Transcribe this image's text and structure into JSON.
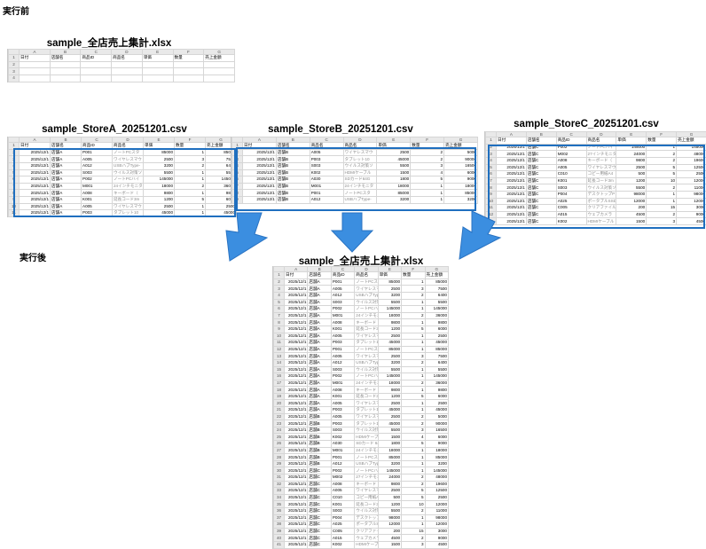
{
  "labels": {
    "before": "実行前",
    "after": "実行後"
  },
  "colors": {
    "highlight": "#1f6fbf",
    "arrow": "#3b8ee0"
  },
  "col_letters": [
    "A",
    "B",
    "C",
    "D",
    "E",
    "F",
    "G"
  ],
  "master_before": {
    "title": "sample_全店売上集計.xlsx",
    "header": [
      "日付",
      "店舗名",
      "商品ID",
      "商品名",
      "単価",
      "数量",
      "売上金額"
    ]
  },
  "store_a": {
    "title": "sample_StoreA_20251201.csv",
    "header": [
      "日付",
      "店舗名",
      "商品ID",
      "商品名",
      "単価",
      "数量",
      "売上金額"
    ],
    "rows": [
      [
        "2025/12/1",
        "店舗A",
        "P001",
        "ノートPCスタ",
        "85000",
        "1",
        "85000"
      ],
      [
        "2025/12/1",
        "店舗A",
        "A005",
        "ワイヤレスマウ",
        "2500",
        "3",
        "7500"
      ],
      [
        "2025/12/1",
        "店舗A",
        "A012",
        "USBハブType-",
        "3200",
        "2",
        "6400"
      ],
      [
        "2025/12/1",
        "店舗A",
        "S003",
        "ウイルス対策ソ",
        "5500",
        "1",
        "5500"
      ],
      [
        "2025/12/1",
        "店舗A",
        "P002",
        "ノートPCハイ",
        "145000",
        "1",
        "145000"
      ],
      [
        "2025/12/1",
        "店舗A",
        "M001",
        "24インチモニタ",
        "18000",
        "2",
        "36000"
      ],
      [
        "2025/12/1",
        "店舗A",
        "A008",
        "キーボード（",
        "9800",
        "1",
        "9800"
      ],
      [
        "2025/12/1",
        "店舗A",
        "K001",
        "延長コード3m",
        "1200",
        "5",
        "6000"
      ],
      [
        "2025/12/1",
        "店舗A",
        "A005",
        "ワイヤレスマウ",
        "2500",
        "1",
        "2500"
      ],
      [
        "2025/12/1",
        "店舗A",
        "P003",
        "タブレット10",
        "45000",
        "1",
        "45000"
      ]
    ]
  },
  "store_b": {
    "title": "sample_StoreB_20251201.csv",
    "header": [
      "日付",
      "店舗名",
      "商品名",
      "商品名",
      "単価",
      "数量",
      "売上金額"
    ],
    "rows": [
      [
        "2025/12/1",
        "店舗B",
        "A005",
        "ワイヤレスマウ",
        "2500",
        "2",
        "5000"
      ],
      [
        "2025/12/1",
        "店舗B",
        "P003",
        "タブレット10",
        "45000",
        "2",
        "90000"
      ],
      [
        "2025/12/1",
        "店舗B",
        "S003",
        "ウイルス対策ソ",
        "5500",
        "3",
        "16500"
      ],
      [
        "2025/12/1",
        "店舗B",
        "K002",
        "HDMIケーブル",
        "1500",
        "4",
        "6000"
      ],
      [
        "2025/12/1",
        "店舗B",
        "A030",
        "SDカード64G",
        "1800",
        "5",
        "9000"
      ],
      [
        "2025/12/1",
        "店舗B",
        "M001",
        "24インチモニタ",
        "18000",
        "1",
        "18000"
      ],
      [
        "2025/12/1",
        "店舗B",
        "P001",
        "ノートPCスタ",
        "85000",
        "1",
        "85000"
      ],
      [
        "2025/12/1",
        "店舗B",
        "A012",
        "USBハブType-",
        "3200",
        "1",
        "3200"
      ]
    ]
  },
  "store_c": {
    "title": "sample_StoreC_20251201.csv",
    "header": [
      "日付",
      "店舗名",
      "商品ID",
      "商品名",
      "単価",
      "数量",
      "売上金額"
    ],
    "rows": [
      [
        "2025/12/1",
        "店舗C",
        "P002",
        "ノートPCハイ",
        "145000",
        "1",
        "145000"
      ],
      [
        "2025/12/1",
        "店舗C",
        "M002",
        "27インチモニタ",
        "24000",
        "2",
        "48000"
      ],
      [
        "2025/12/1",
        "店舗C",
        "A008",
        "キーボード（",
        "9800",
        "2",
        "19600"
      ],
      [
        "2025/12/1",
        "店舗C",
        "A005",
        "ワイヤレスマウ",
        "2500",
        "5",
        "12500"
      ],
      [
        "2025/12/1",
        "店舗C",
        "C010",
        "コピー用紙A4",
        "500",
        "5",
        "2500"
      ],
      [
        "2025/12/1",
        "店舗C",
        "K001",
        "延長コード3m",
        "1200",
        "10",
        "12000"
      ],
      [
        "2025/12/1",
        "店舗C",
        "S003",
        "ウイルス対策ソ",
        "5500",
        "2",
        "11000"
      ],
      [
        "2025/12/1",
        "店舗C",
        "P004",
        "デスクトップP",
        "98000",
        "1",
        "98000"
      ],
      [
        "2025/12/1",
        "店舗C",
        "A025",
        "ポータブルSSD",
        "12000",
        "1",
        "12000"
      ],
      [
        "2025/12/1",
        "店舗C",
        "C005",
        "クリアファイル",
        "200",
        "15",
        "3000"
      ],
      [
        "2025/12/1",
        "店舗C",
        "A015",
        "ウェブカメラ",
        "4500",
        "2",
        "9000"
      ],
      [
        "2025/12/1",
        "店舗C",
        "K002",
        "HDMIケーブル",
        "1500",
        "3",
        "4500"
      ]
    ]
  },
  "master_after": {
    "title": "sample_全店売上集計.xlsx",
    "header": [
      "日付",
      "店舗名",
      "商品ID",
      "商品名",
      "単価",
      "数量",
      "売上金額"
    ],
    "rows": [
      [
        "2025/12/1",
        "店舗A",
        "P001",
        "ノートPCスタ",
        "85000",
        "1",
        "85000"
      ],
      [
        "2025/12/1",
        "店舗A",
        "A005",
        "ワイヤレスマウ",
        "2500",
        "3",
        "7500"
      ],
      [
        "2025/12/1",
        "店舗A",
        "A012",
        "USBハブType",
        "3200",
        "2",
        "6400"
      ],
      [
        "2025/12/1",
        "店舗A",
        "S003",
        "ウイルス対策",
        "5500",
        "1",
        "5500"
      ],
      [
        "2025/12/1",
        "店舗A",
        "P002",
        "ノートPCハイ",
        "145000",
        "1",
        "145000"
      ],
      [
        "2025/12/1",
        "店舗A",
        "M001",
        "24インチモニ",
        "18000",
        "2",
        "36000"
      ],
      [
        "2025/12/1",
        "店舗A",
        "A008",
        "キーボード（",
        "9800",
        "1",
        "9800"
      ],
      [
        "2025/12/1",
        "店舗A",
        "K001",
        "延長コード3m",
        "1200",
        "5",
        "6000"
      ],
      [
        "2025/12/1",
        "店舗A",
        "A005",
        "ワイヤレスマ",
        "2500",
        "1",
        "2500"
      ],
      [
        "2025/12/1",
        "店舗A",
        "P003",
        "タブレット10",
        "45000",
        "1",
        "45000"
      ],
      [
        "2025/12/1",
        "店舗A",
        "P001",
        "ノートPCスタ",
        "85000",
        "1",
        "85000"
      ],
      [
        "2025/12/1",
        "店舗A",
        "A005",
        "ワイヤレスマ",
        "2500",
        "3",
        "7500"
      ],
      [
        "2025/12/1",
        "店舗A",
        "A012",
        "USBハブType",
        "3200",
        "2",
        "6400"
      ],
      [
        "2025/12/1",
        "店舗A",
        "S003",
        "ウイルス対策",
        "5500",
        "1",
        "5500"
      ],
      [
        "2025/12/1",
        "店舗A",
        "P002",
        "ノートPCハイ",
        "145000",
        "1",
        "145000"
      ],
      [
        "2025/12/1",
        "店舗A",
        "M001",
        "24インチモニ",
        "18000",
        "2",
        "36000"
      ],
      [
        "2025/12/1",
        "店舗A",
        "A008",
        "キーボード（",
        "9800",
        "1",
        "9800"
      ],
      [
        "2025/12/1",
        "店舗A",
        "K001",
        "延長コード3m",
        "1200",
        "5",
        "6000"
      ],
      [
        "2025/12/1",
        "店舗A",
        "A005",
        "ワイヤレスマ",
        "2500",
        "1",
        "2500"
      ],
      [
        "2025/12/1",
        "店舗A",
        "P003",
        "タブレット10",
        "45000",
        "1",
        "45000"
      ],
      [
        "2025/12/1",
        "店舗B",
        "A005",
        "ワイヤレスマ",
        "2500",
        "2",
        "5000"
      ],
      [
        "2025/12/1",
        "店舗B",
        "P003",
        "タブレット10",
        "45000",
        "2",
        "90000"
      ],
      [
        "2025/12/1",
        "店舗B",
        "S003",
        "ウイルス対策",
        "5500",
        "3",
        "16500"
      ],
      [
        "2025/12/1",
        "店舗B",
        "K002",
        "HDMIケーブル",
        "1500",
        "4",
        "6000"
      ],
      [
        "2025/12/1",
        "店舗B",
        "A030",
        "SDカード 64G",
        "1800",
        "5",
        "9000"
      ],
      [
        "2025/12/1",
        "店舗B",
        "M001",
        "24インチモニ",
        "18000",
        "1",
        "18000"
      ],
      [
        "2025/12/1",
        "店舗B",
        "P001",
        "ノートPCスタ",
        "85000",
        "1",
        "85000"
      ],
      [
        "2025/12/1",
        "店舗B",
        "A012",
        "USBハブType",
        "3200",
        "1",
        "3200"
      ],
      [
        "2025/12/1",
        "店舗C",
        "P002",
        "ノートPCハイ",
        "145000",
        "1",
        "145000"
      ],
      [
        "2025/12/1",
        "店舗C",
        "M002",
        "27インチモニ",
        "24000",
        "2",
        "48000"
      ],
      [
        "2025/12/1",
        "店舗C",
        "A008",
        "キーボード（",
        "9800",
        "2",
        "19600"
      ],
      [
        "2025/12/1",
        "店舗C",
        "A005",
        "ワイヤレスマ",
        "2500",
        "5",
        "12500"
      ],
      [
        "2025/12/1",
        "店舗C",
        "C010",
        "コピー用紙A4",
        "500",
        "5",
        "2500"
      ],
      [
        "2025/12/1",
        "店舗C",
        "K001",
        "延長コード3m",
        "1200",
        "10",
        "12000"
      ],
      [
        "2025/12/1",
        "店舗C",
        "S003",
        "ウイルス対策",
        "5500",
        "2",
        "11000"
      ],
      [
        "2025/12/1",
        "店舗C",
        "P004",
        "デスクトップP",
        "98000",
        "1",
        "98000"
      ],
      [
        "2025/12/1",
        "店舗C",
        "A025",
        "ポータブルSS",
        "12000",
        "1",
        "12000"
      ],
      [
        "2025/12/1",
        "店舗C",
        "C005",
        "クリアファイル",
        "200",
        "15",
        "3000"
      ],
      [
        "2025/12/1",
        "店舗C",
        "A015",
        "ウェブカメラ",
        "4500",
        "2",
        "9000"
      ],
      [
        "2025/12/1",
        "店舗C",
        "K002",
        "HDMIケーブル",
        "1500",
        "3",
        "4500"
      ]
    ]
  }
}
